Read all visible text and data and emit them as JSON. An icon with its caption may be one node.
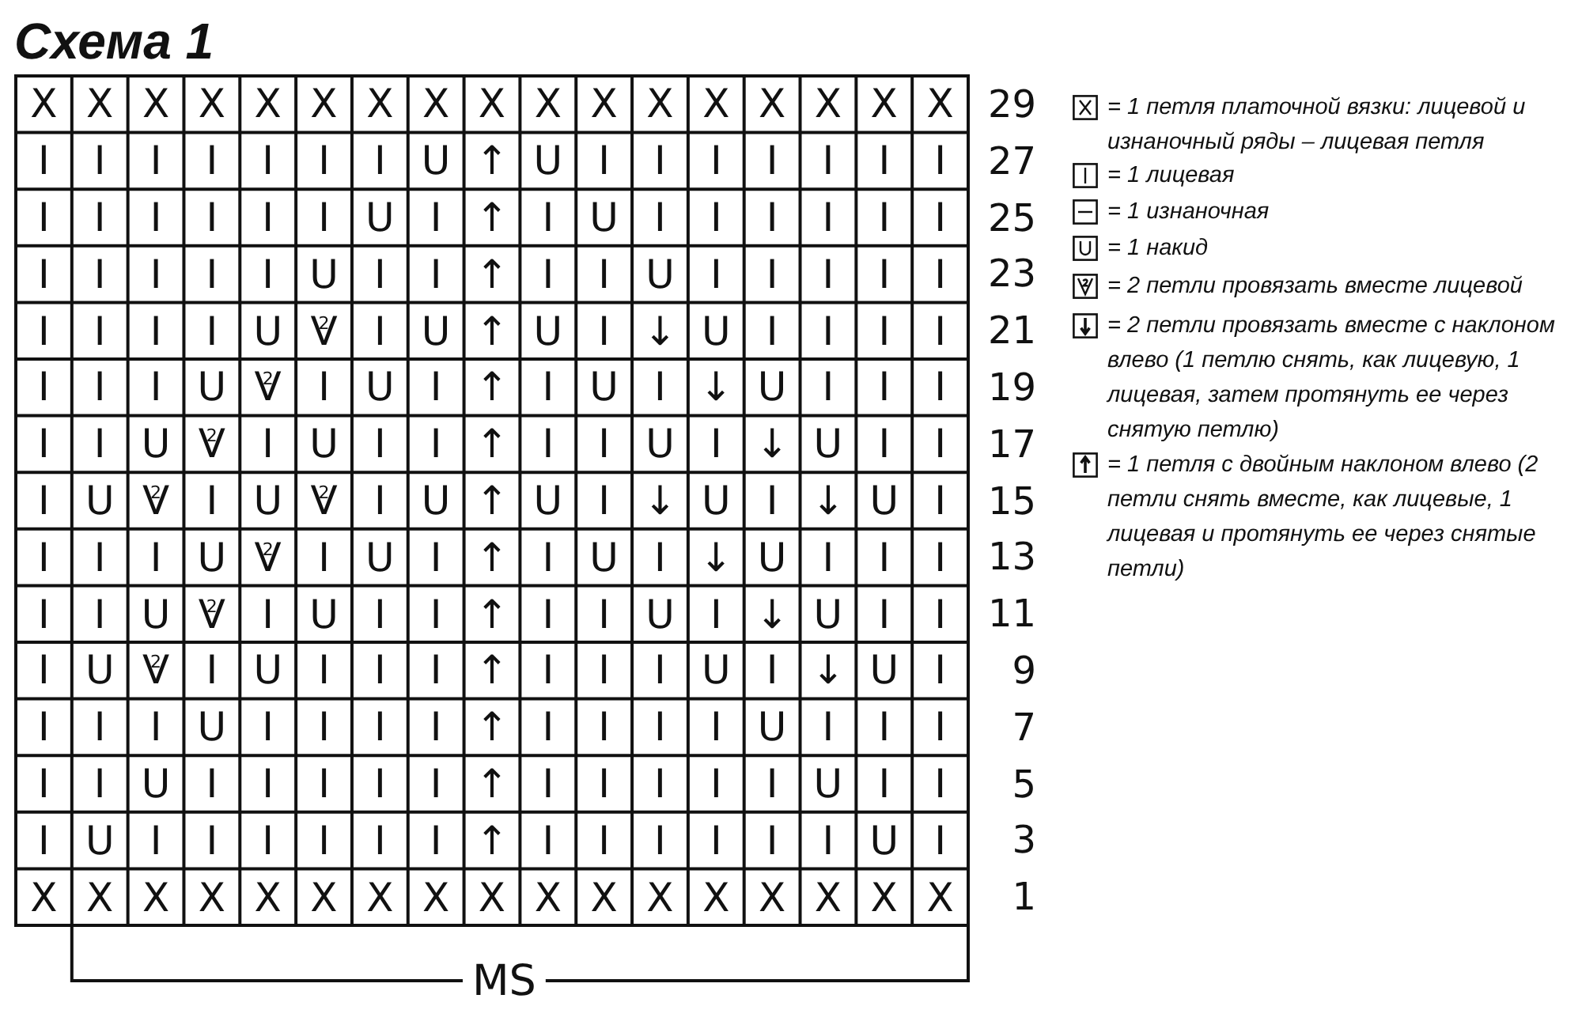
{
  "diagram": {
    "title": "Схема 1",
    "labels": [
      "X",
      "X",
      "X",
      "X",
      "X",
      "X",
      "X",
      "X",
      "X",
      "X",
      "X",
      "X",
      "X",
      "X",
      "X",
      "X",
      "X",
      "29",
      "I",
      "I",
      "I",
      "I",
      "I",
      "I",
      "I",
      "U",
      "↑",
      "U",
      "I",
      "I",
      "I",
      "I",
      "I",
      "I",
      "I",
      "27",
      "I",
      "I",
      "I",
      "I",
      "I",
      "I",
      "U",
      "I",
      "↑",
      "I",
      "U",
      "I",
      "I",
      "I",
      "I",
      "I",
      "I",
      "25",
      "I",
      "I",
      "I",
      "I",
      "I",
      "U",
      "I",
      "I",
      "↑",
      "I",
      "I",
      "U",
      "I",
      "I",
      "I",
      "I",
      "I",
      "23",
      "I",
      "I",
      "I",
      "I",
      "U",
      "V$^{2}$",
      "I",
      "U",
      "↑",
      "U",
      "I",
      "↓",
      "U",
      "I",
      "I",
      "I",
      "I",
      "21",
      "I",
      "I",
      "I",
      "U",
      "V$^{2}$",
      "I",
      "U",
      "I",
      "↑",
      "I",
      "U",
      "I",
      "↓",
      "U",
      "I",
      "I",
      "I",
      "19",
      "I",
      "I",
      "U",
      "V$^{2}$",
      "I",
      "U",
      "I",
      "I",
      "↑",
      "I",
      "I",
      "U",
      "I",
      "↓",
      "U",
      "I",
      "I",
      "17",
      "I",
      "U",
      "V$^{2}$",
      "I",
      "U",
      "V$^{2}$",
      "I",
      "U",
      "↑",
      "U",
      "I",
      "↓",
      "U",
      "I",
      "↓",
      "U",
      "I",
      "15",
      "I",
      "I",
      "I",
      "U",
      "V$^{2}$",
      "I",
      "U",
      "I",
      "↑",
      "I",
      "U",
      "I",
      "↓",
      "U",
      "I",
      "I",
      "I",
      "13",
      "I",
      "I",
      "U",
      "V$^{2}$",
      "I",
      "U",
      "I",
      "I",
      "↑",
      "I",
      "I",
      "U",
      "I",
      "↓",
      "U",
      "I",
      "I",
      "11",
      "I",
      "U",
      "V$^{2}$",
      "I",
      "U",
      "I",
      "I",
      "I",
      "↑",
      "I",
      "I",
      "I",
      "U",
      "I",
      "↓",
      "U",
      "I",
      "9",
      "I",
      "I",
      "I",
      "U",
      "I",
      "I",
      "I",
      "I",
      "↑",
      "I",
      "I",
      "I",
      "I",
      "U",
      "I",
      "I",
      "I",
      "7",
      "I",
      "I",
      "U",
      "I",
      "I",
      "I",
      "I",
      "I",
      "↑",
      "I",
      "I",
      "I",
      "I",
      "I",
      "U",
      "I",
      "I",
      "5",
      "I",
      "U",
      "I",
      "I",
      "I",
      "I",
      "I",
      "I",
      "↑",
      "I",
      "I",
      "I",
      "I",
      "I",
      "I",
      "U",
      "I",
      "3",
      "X",
      "X",
      "X",
      "X",
      "X",
      "X",
      "X",
      "X",
      "X",
      "X",
      "X",
      "X",
      "X",
      "X",
      "X",
      "X",
      "X",
      "1",
      "MS"
    ],
    "legend": [
      {
        "text": "= 1 петля платочной вязки: лицевой и изнаночный ряды – лицевая петля"
      },
      {
        "text": "= 1 лицевая"
      },
      {
        "text": "= 1 изнаночная"
      },
      {
        "text": "= 1 накид"
      },
      {
        "text": "= 2 петли провязать вместе лицевой"
      },
      {
        "text": "= 2 петли провязать вместе с наклоном влево (1 петлю снять, как лицевую, 1 лицевая, затем протянуть ее через снятую петлю)"
      },
      {
        "text": "= 1 петля с двойным наклоном влево (2 петли снять вместе, как лицевые, 1 лицевая и протянуть ее через снятые петли)"
      }
    ]
  }
}
